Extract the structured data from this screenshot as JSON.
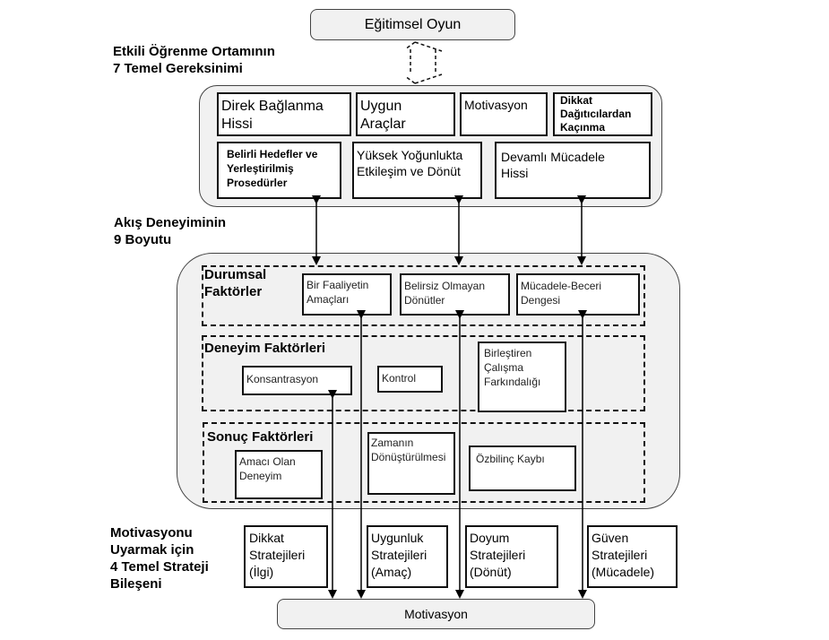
{
  "top_node": "Eğitimsel Oyun",
  "bottom_node": "Motivasyon",
  "side_labels": {
    "requirements": "Etkili Öğrenme Ortamının\n7 Temel Gereksinimi",
    "flow": "Akış Deneyiminin\n9 Boyutu",
    "strategies": "Motivasyonu\nUyarmak için\n4 Temel Strateji\nBileşeni"
  },
  "requirements": [
    "Direk Bağlanma\nHissi",
    "Uygun\nAraçlar",
    "Motivasyon",
    "Dikkat\nDağıtıcılardan\nKaçınma",
    "Belirli Hedefler ve\nYerleştirilmiş\nProsedürler",
    "Yüksek Yoğunlukta\nEtkileşim ve Dönüt",
    "Devamlı Mücadele\nHissi"
  ],
  "flow_groups": {
    "situational": {
      "title": "Durumsal\nFaktörler",
      "items": [
        "Bir Faaliyetin\nAmaçları",
        "Belirsiz Olmayan\nDönütler",
        "Mücadele-Beceri\nDengesi"
      ]
    },
    "experience": {
      "title": "Deneyim Faktörleri",
      "items": [
        "Konsantrasyon",
        "Kontrol",
        "Birleştiren\nÇalışma\nFarkındalığı"
      ]
    },
    "outcome": {
      "title": "Sonuç Faktörleri",
      "items": [
        "Amacı Olan\nDeneyim",
        "Zamanın\nDönüştürülmesi",
        "Özbilinç Kaybı"
      ]
    }
  },
  "strategies": [
    "Dikkat\nStratejileri\n(İlgi)",
    "Uygunluk\nStratejileri\n(Amaç)",
    "Doyum\nStratejileri\n(Dönüt)",
    "Güven\nStratejileri\n(Mücadele)"
  ]
}
